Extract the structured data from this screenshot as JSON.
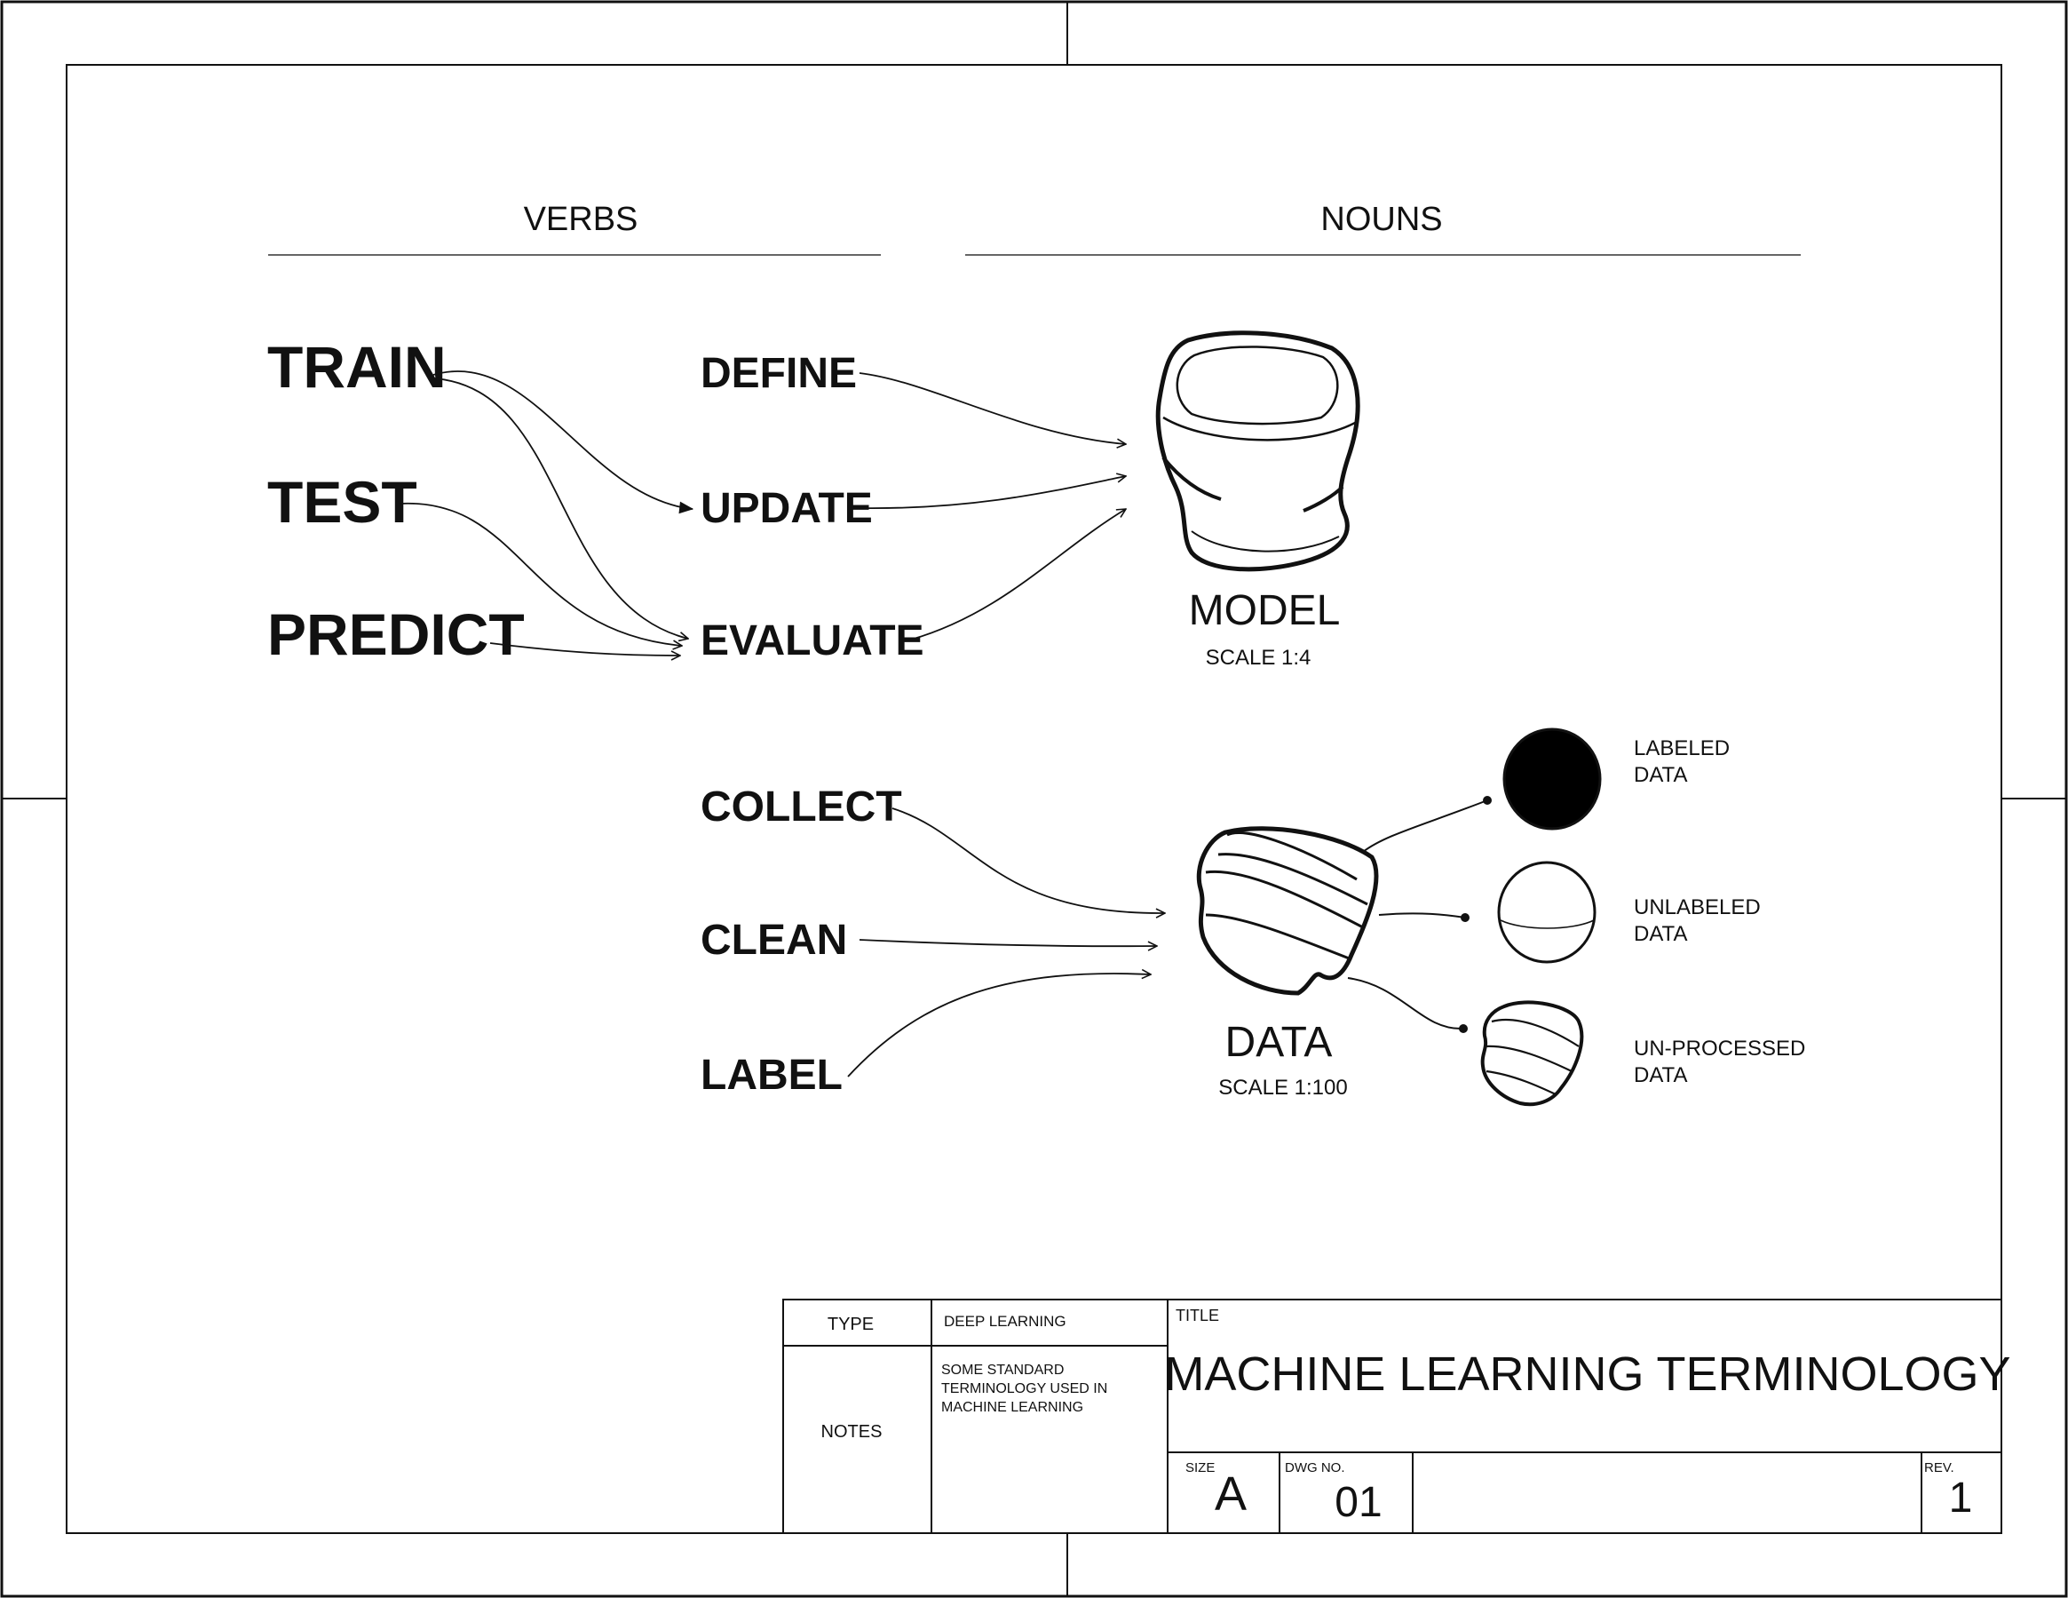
{
  "headers": {
    "verbs": "VERBS",
    "nouns": "NOUNS"
  },
  "verbs_primary": [
    "TRAIN",
    "TEST",
    "PREDICT"
  ],
  "verbs_model": [
    "DEFINE",
    "UPDATE",
    "EVALUATE"
  ],
  "verbs_data": [
    "COLLECT",
    "CLEAN",
    "LABEL"
  ],
  "model": {
    "label": "MODEL",
    "scale": "SCALE 1:4"
  },
  "data": {
    "label": "DATA",
    "scale": "SCALE 1:100"
  },
  "data_types": [
    {
      "line1": "LABELED",
      "line2": "DATA"
    },
    {
      "line1": "UNLABELED",
      "line2": "DATA"
    },
    {
      "line1": "UN-PROCESSED",
      "line2": "DATA"
    }
  ],
  "title_block": {
    "type_label": "TYPE",
    "type_value": "DEEP LEARNING",
    "notes_label": "NOTES",
    "notes_lines": [
      "SOME STANDARD",
      "TERMINOLOGY USED IN",
      "MACHINE LEARNING"
    ],
    "title_label": "TITLE",
    "title_value": "MACHINE LEARNING TERMINOLOGY",
    "size_label": "SIZE",
    "size_value": "A",
    "dwg_label": "DWG NO.",
    "dwg_value": "01",
    "rev_label": "REV.",
    "rev_value": "1"
  }
}
